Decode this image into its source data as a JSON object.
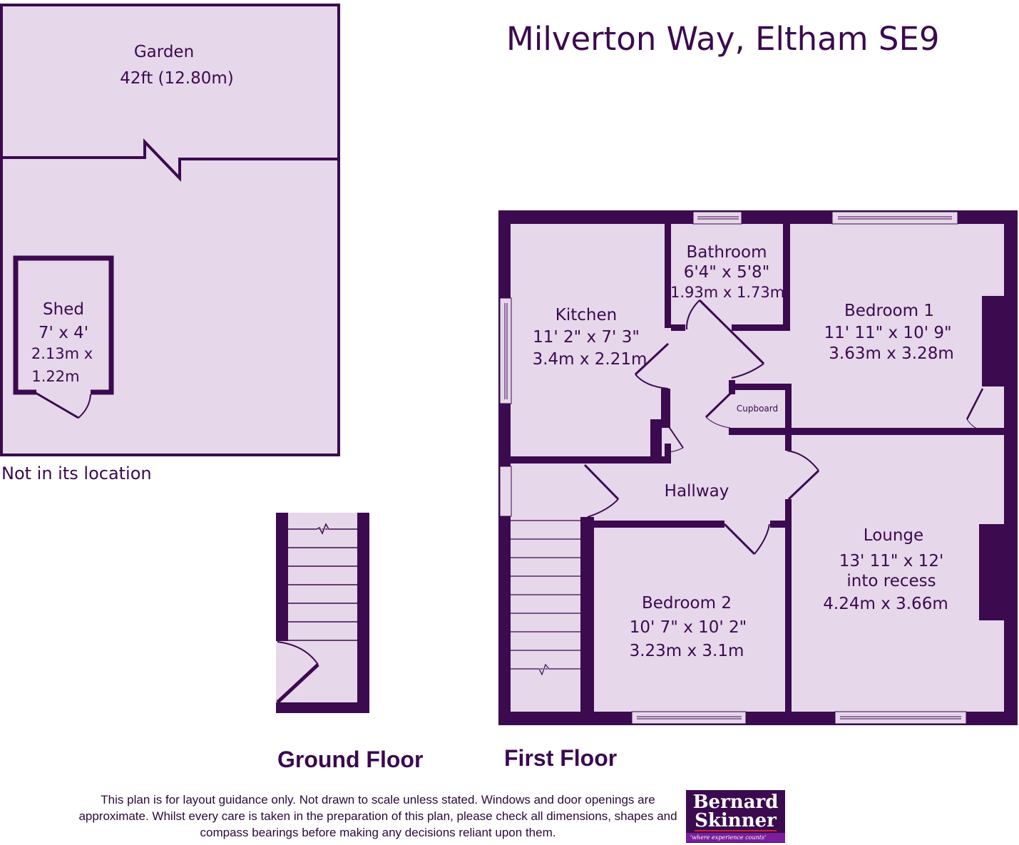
{
  "header": {
    "title": "Milverton Way, Eltham SE9"
  },
  "colors": {
    "wall": "#3b0a4f",
    "floor": "#e6d7ea",
    "text": "#3b0a4f",
    "logo_bg": "#3b0a4f",
    "logo_accent": "#d3213a"
  },
  "ground_floor": {
    "label": "Ground Floor",
    "garden": {
      "name": "Garden",
      "size": "42ft (12.80m)"
    },
    "shed": {
      "name": "Shed",
      "imperial": "7' x 4'",
      "metric_line1": "2.13m x",
      "metric_line2": "1.22m"
    },
    "location_note": "Not in its location"
  },
  "first_floor": {
    "label": "First Floor",
    "rooms": {
      "kitchen": {
        "name": "Kitchen",
        "imperial": "11' 2\" x 7' 3\"",
        "metric": "3.4m x 2.21m"
      },
      "bathroom": {
        "name": "Bathroom",
        "imperial": "6'4\" x 5'8\"",
        "metric": "1.93m x 1.73m"
      },
      "bedroom1": {
        "name": "Bedroom 1",
        "imperial": "11' 11\" x 10' 9\"",
        "metric": "3.63m x 3.28m"
      },
      "cupboard": {
        "name": "Cupboard"
      },
      "hallway": {
        "name": "Hallway"
      },
      "bedroom2": {
        "name": "Bedroom 2",
        "imperial": "10' 7\" x 10' 2\"",
        "metric": "3.23m x 3.1m"
      },
      "lounge": {
        "name": "Lounge",
        "imperial": "13' 11\" x 12'",
        "note": "into recess",
        "metric": "4.24m x 3.66m"
      }
    }
  },
  "footer": {
    "disclaimer": "This plan is for layout guidance only. Not drawn to scale unless stated. Windows and door openings are approximate. Whilst every care is taken in the preparation of this plan, please check all dimensions, shapes and compass bearings before making any decisions reliant upon them.",
    "logo": {
      "line1": "Bernard",
      "line2": "Skinner",
      "tagline": "'where experience counts'"
    }
  }
}
